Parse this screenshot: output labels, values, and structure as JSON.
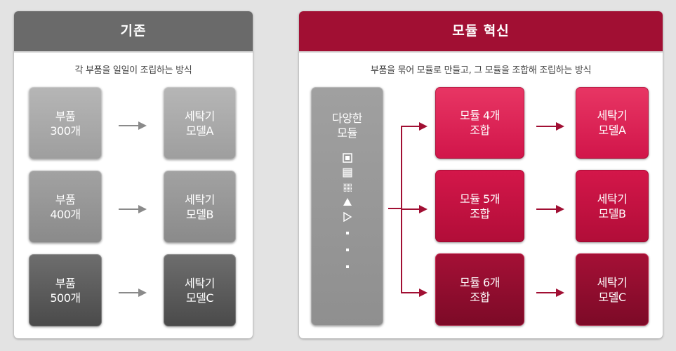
{
  "left_panel": {
    "title": "기존",
    "subtitle": "각 부품을 일일이 조립하는 방식",
    "header_color": "#6a6a6a",
    "rows": [
      {
        "parts_line1": "부품",
        "parts_line2": "300개",
        "model_line1": "세탁기",
        "model_line2": "모델A"
      },
      {
        "parts_line1": "부품",
        "parts_line2": "400개",
        "model_line1": "세탁기",
        "model_line2": "모델B"
      },
      {
        "parts_line1": "부품",
        "parts_line2": "500개",
        "model_line1": "세탁기",
        "model_line2": "모델C"
      }
    ]
  },
  "right_panel": {
    "title": "모듈 혁신",
    "subtitle": "부품을 묶어 모듈로 만들고, 그 모듈을 조합해 조립하는 방식",
    "header_color": "#a10f33",
    "source_box": {
      "line1": "다양한",
      "line2": "모듈",
      "icons": [
        "square-in-square-icon",
        "horizontal-lines-icon",
        "dotted-pattern-icon",
        "filled-triangle-icon",
        "outline-triangle-icon",
        "dot",
        "dot",
        "dot"
      ]
    },
    "rows": [
      {
        "combo_line1": "모듈 4개",
        "combo_line2": "조합",
        "model_line1": "세탁기",
        "model_line2": "모델A"
      },
      {
        "combo_line1": "모듈 5개",
        "combo_line2": "조합",
        "model_line1": "세탁기",
        "model_line2": "모델B"
      },
      {
        "combo_line1": "모듈 6개",
        "combo_line2": "조합",
        "model_line1": "세탁기",
        "model_line2": "모델C"
      }
    ]
  }
}
